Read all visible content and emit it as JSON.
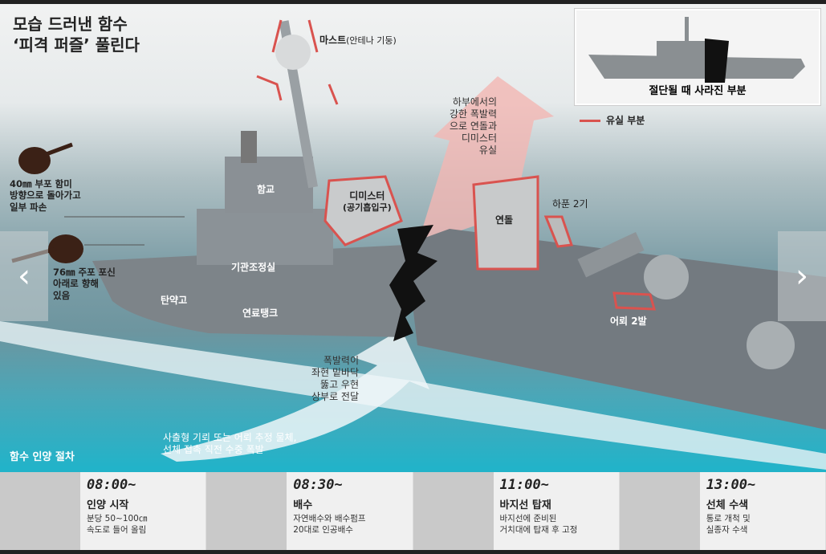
{
  "title": {
    "line1": "모습 드러낸 함수",
    "line2": "‘피격 퍼즐’ 풀린다"
  },
  "inset": {
    "caption": "절단될 때 사라진 부분"
  },
  "legend": {
    "label": "유실 부분",
    "color": "#d9534f"
  },
  "labels": {
    "mast": "마스트",
    "mast_sub": "(안테나 기둥)",
    "bridge": "함교",
    "demister": "디미스터",
    "demister_sub": "(공기흡입구)",
    "engine_room": "기관조정실",
    "magazine": "탄약고",
    "fuel_tank": "연료탱크",
    "funnel": "연돌",
    "harpoon": "하푼 2기",
    "torpedo": "어뢰 2발",
    "gun40": [
      "40㎜ 부포 함미",
      "방향으로 돌아가고",
      "일부 파손"
    ],
    "gun76": [
      "76㎜ 주포 포신",
      "아래로 향해",
      "있음"
    ],
    "blast_up": [
      "하부에서의",
      "강한 폭발력",
      "으로 연돌과",
      "디미스터",
      "유실"
    ],
    "blast_mid": [
      "폭발력이",
      "좌현 밑바닥",
      "뚫고 우현",
      "상부로 전달"
    ],
    "blast_src": [
      "사출형 기뢰 또는 어뢰 추정 물체,",
      "선체 접촉 직전 수중 폭발"
    ],
    "procedure": "함수 인양 절차"
  },
  "steps": [
    {
      "time": "08:00~",
      "head": "인양 시작",
      "desc": [
        "분당 50~100㎝",
        "속도로 들어 올림"
      ]
    },
    {
      "time": "08:30~",
      "head": "배수",
      "desc": [
        "자연배수와 배수펌프",
        "20대로 인공배수"
      ]
    },
    {
      "time": "11:00~",
      "head": "바지선 탑재",
      "desc": [
        "바지선에 준비된",
        "거치대에 탑재 후 고정"
      ]
    },
    {
      "time": "13:00~",
      "head": "선체 수색",
      "desc": [
        "통로 개척 및",
        "실종자 수색"
      ]
    }
  ],
  "nav": {
    "prev": "‹",
    "next": "›"
  }
}
